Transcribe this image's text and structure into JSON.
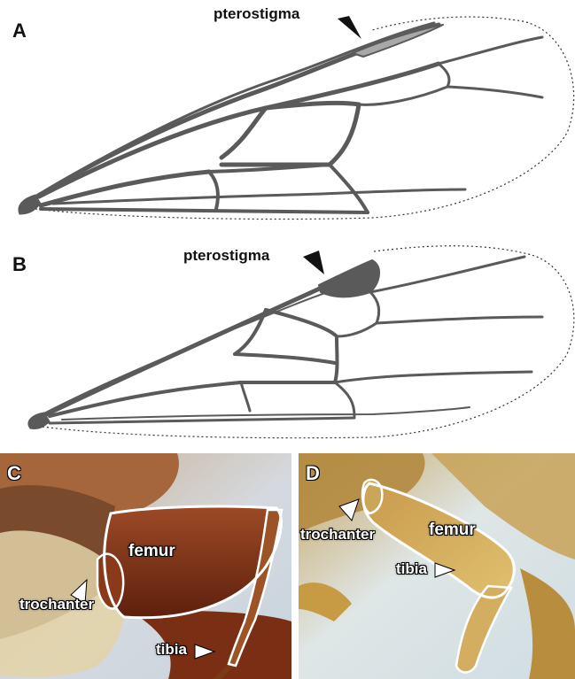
{
  "panels": {
    "a": {
      "letter": "A",
      "callout": "pterostigma"
    },
    "b": {
      "letter": "B",
      "callout": "pterostigma"
    },
    "c": {
      "letter": "C",
      "labels": {
        "femur": "femur",
        "trochanter": "trochanter",
        "tibia": "tibia"
      }
    },
    "d": {
      "letter": "D",
      "labels": {
        "femur": "femur",
        "trochanter": "trochanter",
        "tibia": "tibia"
      }
    }
  },
  "colors": {
    "vein": "#5a5a5a",
    "wing_outline": "#333333",
    "photo_c_body": "#7a2f14",
    "photo_c_background": "#c9d6e0",
    "photo_d_body": "#c9a25a",
    "photo_d_background": "#d9e3e6",
    "annotation_outline": "#ffffff"
  }
}
